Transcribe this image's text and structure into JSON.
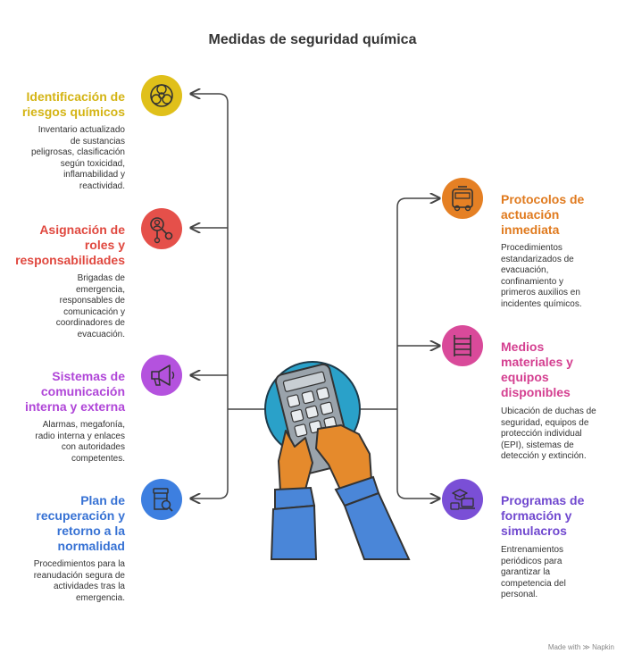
{
  "title": "Medidas de seguridad química",
  "items": [
    {
      "title_lines": [
        "Identificación de",
        "riesgos químicos"
      ],
      "desc_lines": [
        "Inventario actualizado",
        "de sustancias",
        "peligrosas, clasificación",
        "según toxicidad,",
        "inflamabilidad y",
        "reactividad."
      ],
      "color": "#e0c01a",
      "icon": "biohazard-icon"
    },
    {
      "title_lines": [
        "Asignación de",
        "roles y",
        "responsabilidades"
      ],
      "desc_lines": [
        "Brigadas de",
        "emergencia,",
        "responsables de",
        "comunicación y",
        "coordinadores de",
        "evacuación."
      ],
      "color": "#e5504a",
      "icon": "person-network-icon"
    },
    {
      "title_lines": [
        "Sistemas de",
        "comunicación",
        "interna y externa"
      ],
      "desc_lines": [
        "Alarmas, megafonía,",
        "radio interna y enlaces",
        "con autoridades",
        "competentes."
      ],
      "color": "#b452de",
      "icon": "megaphone-icon"
    },
    {
      "title_lines": [
        "Plan de",
        "recuperación y",
        "retorno a la",
        "normalidad"
      ],
      "desc_lines": [
        "Procedimientos para la",
        "reanudación segura de",
        "actividades tras la",
        "emergencia."
      ],
      "color": "#3d7fe0",
      "icon": "container-search-icon"
    },
    {
      "title_lines": [
        "Protocolos de",
        "actuación",
        "inmediata"
      ],
      "desc_lines": [
        "Procedimientos",
        "estandarizados de",
        "evacuación,",
        "confinamiento y",
        "primeros auxilios en",
        "incidentes químicos."
      ],
      "color": "#e58024",
      "icon": "ambulance-icon"
    },
    {
      "title_lines": [
        "Medios",
        "materiales y",
        "equipos",
        "disponibles"
      ],
      "desc_lines": [
        "Ubicación de duchas de",
        "seguridad, equipos de",
        "protección individual",
        "(EPI), sistemas de",
        "detección y extinción."
      ],
      "color": "#d94a9a",
      "icon": "shelving-icon"
    },
    {
      "title_lines": [
        "Programas de",
        "formación y",
        "simulacros"
      ],
      "desc_lines": [
        "Entrenamientos",
        "periódicos para",
        "garantizar la",
        "competencia del",
        "personal."
      ],
      "color": "#7a4fd6",
      "icon": "graduation-computer-icon"
    }
  ],
  "footer": "Made with ≫ Napkin",
  "center_icon": "hands-calculator-icon"
}
